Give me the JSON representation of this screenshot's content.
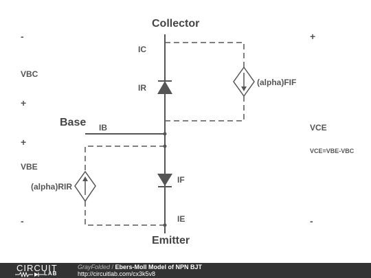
{
  "labels": {
    "collector": "Collector",
    "emitter": "Emitter",
    "base": "Base",
    "ic": "IC",
    "ir": "IR",
    "ib": "IB",
    "if_label": "IF",
    "ie": "IE",
    "alpha_fif": "(alpha)FIF",
    "alpha_rir": "(alpha)RIR",
    "vbc": "VBC",
    "vbe": "VBE",
    "vce": "VCE",
    "vce_eq": "VCE=VBE-VBC",
    "vbc_minus": "-",
    "vbc_plus": "+",
    "vbe_plus": "+",
    "vbe_minus": "-",
    "vce_plus": "+",
    "vce_minus": "-"
  },
  "footer": {
    "logo_top": "CIRCUIT",
    "logo_bottom": "LAB",
    "author": "GrayFolded",
    "separator": " / ",
    "title": "Ebers-Moll Model of NPN BJT",
    "url": "http://circuitlab.com/cx3k5v8"
  },
  "colors": {
    "wire": "#555555",
    "text": "#555555",
    "footer_bg": "#333333"
  },
  "icons": {
    "diode_ir": "diode-up-icon",
    "diode_if": "diode-down-icon",
    "source_fif": "current-source-down-icon",
    "source_rir": "current-source-up-icon"
  }
}
